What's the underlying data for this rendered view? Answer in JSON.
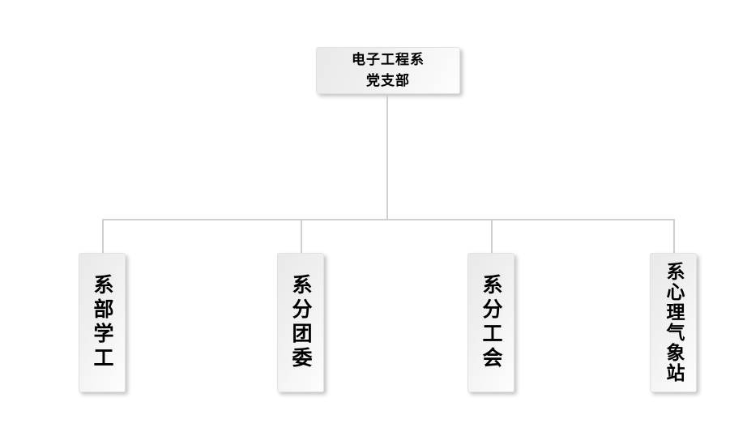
{
  "chart_data": {
    "type": "diagram",
    "title": "",
    "diagram_kind": "organization-chart",
    "orientation": "top-down",
    "nodes": [
      {
        "id": "root",
        "label": "电子工程系党支部",
        "label_lines": [
          "电子工程系",
          "党支部"
        ],
        "text_orientation": "horizontal",
        "level": 0
      },
      {
        "id": "child-1",
        "label": "系部学工",
        "text_orientation": "vertical",
        "level": 1
      },
      {
        "id": "child-2",
        "label": "系分团委",
        "text_orientation": "vertical",
        "level": 1
      },
      {
        "id": "child-3",
        "label": "系分工会",
        "text_orientation": "vertical",
        "level": 1
      },
      {
        "id": "child-4",
        "label": "系心理气象站",
        "text_orientation": "vertical",
        "level": 1
      }
    ],
    "edges": [
      {
        "from": "root",
        "to": "child-1"
      },
      {
        "from": "root",
        "to": "child-2"
      },
      {
        "from": "root",
        "to": "child-3"
      },
      {
        "from": "root",
        "to": "child-4"
      }
    ],
    "colors": {
      "background": "#ffffff",
      "node_fill_light": "#fdfdfd",
      "node_fill_dark": "#e9e9e9",
      "node_border": "#e2e2e2",
      "connector": "#cfcfcf",
      "text": "#000000"
    }
  },
  "diagram": {
    "root": {
      "line1": "电子工程系",
      "line2": "党支部"
    },
    "children": [
      {
        "label": "系部学工"
      },
      {
        "label": "系分团委"
      },
      {
        "label": "系分工会"
      },
      {
        "label": "系心理气象站"
      }
    ]
  }
}
